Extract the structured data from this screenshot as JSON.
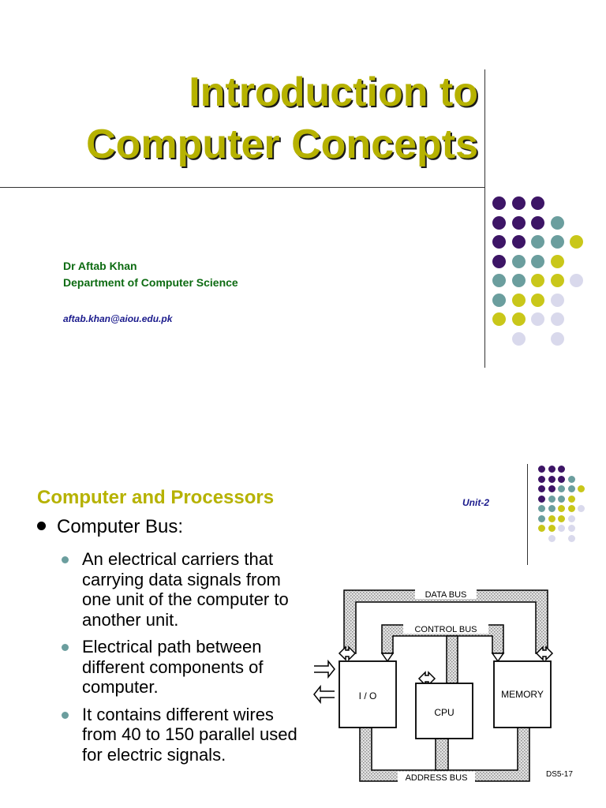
{
  "slide1": {
    "title_line1": "Introduction to",
    "title_line2": "Computer Concepts",
    "author": "Dr Aftab Khan",
    "department": "Department of Computer Science",
    "email": "aftab.khan@aiou.edu.pk"
  },
  "slide2": {
    "title": "Computer and Processors",
    "unit": "Unit-2",
    "bullet": "Computer Bus:",
    "subbullets": [
      "An electrical carriers that carrying data signals from one unit of the computer to another unit.",
      "Electrical path between different components of computer.",
      "It contains different wires from 40 to 150 parallel used for electric signals."
    ]
  },
  "diagram": {
    "data_bus": "DATA BUS",
    "control_bus": "CONTROL BUS",
    "address_bus": "ADDRESS BUS",
    "io": "I / O",
    "cpu": "CPU",
    "memory": "MEMORY",
    "figure_code": "DS5-17"
  },
  "colors": {
    "title": "#b6b200",
    "author": "#0d6b12",
    "email": "#1a1a8c",
    "dot_purple": "#3d1566",
    "dot_teal": "#6b9e9e",
    "dot_olive": "#c9c71a",
    "dot_lavender": "#d9d9ec"
  },
  "dot_pattern": [
    [
      "p",
      "p",
      "p",
      "_",
      "_"
    ],
    [
      "p",
      "p",
      "p",
      "t",
      "_"
    ],
    [
      "p",
      "p",
      "t",
      "t",
      "o"
    ],
    [
      "p",
      "t",
      "t",
      "o",
      "_"
    ],
    [
      "t",
      "t",
      "o",
      "o",
      "l"
    ],
    [
      "t",
      "o",
      "o",
      "l",
      "_"
    ],
    [
      "o",
      "o",
      "l",
      "l",
      "_"
    ],
    [
      "_",
      "l",
      "_",
      "l",
      "_"
    ]
  ]
}
